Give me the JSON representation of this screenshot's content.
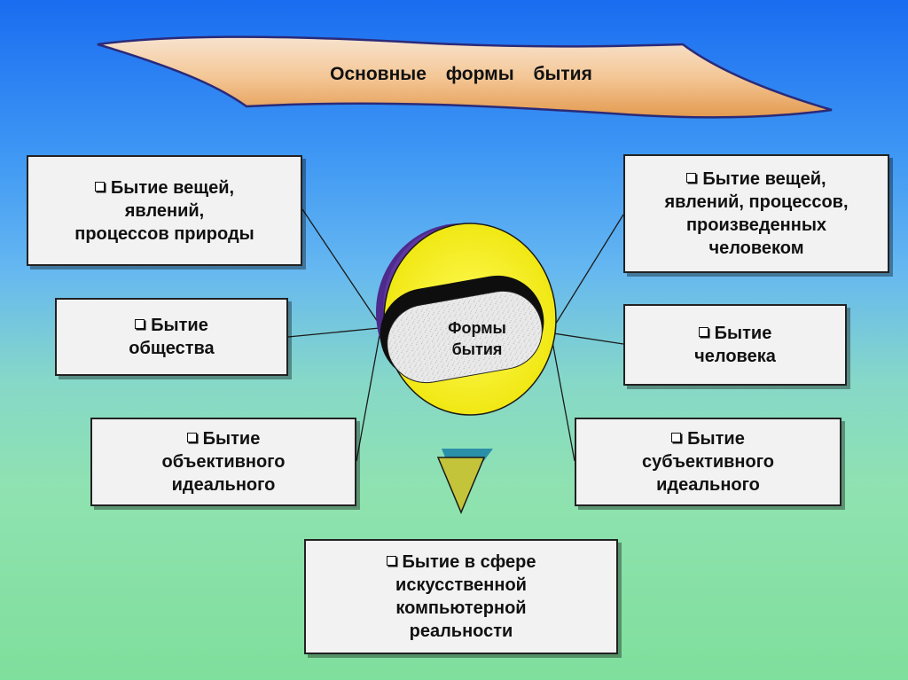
{
  "title": "Основные   формы   бытия",
  "center_label": "Формы\nбытия",
  "boxes": {
    "top_left": "Бытие  вещей,\nявлений,\nпроцессов природы",
    "top_right": "Бытие вещей,\nявлений, процессов,\nпроизведенных\nчеловеком",
    "mid_left": "Бытие\nобщества",
    "mid_right": "Бытие\nчеловека",
    "low_left": "Бытие\nобъективного\nидеального",
    "low_right": "Бытие\nсубъективного\nидеального",
    "bottom": "Бытие  в сфере\nискусственной\nкомпьютерной\nреальности"
  },
  "colors": {
    "banner_fill": "#f6c89a",
    "disc_yellow": "#f6f21a",
    "disc_purple": "#5a2c9a",
    "triangle": "#c8c83a",
    "box_fill": "#f2f2f2"
  },
  "icons": {
    "bullet": "checkbox-bullet-icon",
    "center": "cylinder-disc-icon",
    "pointer": "down-triangle-icon"
  }
}
